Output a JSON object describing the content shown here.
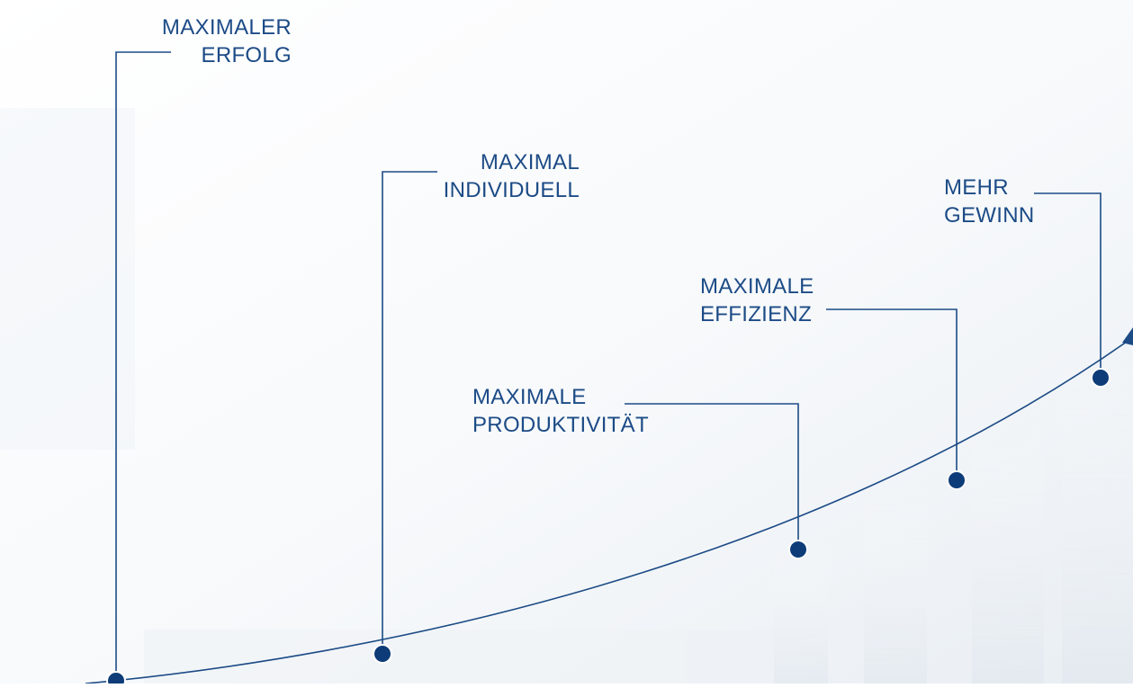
{
  "colors": {
    "accent": "#0d3c78",
    "line": "#1c4b86",
    "text": "#1c4b86",
    "background": "#ffffff"
  },
  "milestones": [
    {
      "id": "erfolg",
      "line1": "MAXIMALER",
      "line2": "ERFOLG"
    },
    {
      "id": "individuell",
      "line1": "MAXIMAL",
      "line2": "INDIVIDUELL"
    },
    {
      "id": "produktivitaet",
      "line1": "MAXIMALE",
      "line2": "PRODUKTIVITÄT"
    },
    {
      "id": "effizienz",
      "line1": "MAXIMALE",
      "line2": "EFFIZIENZ"
    },
    {
      "id": "gewinn",
      "line1": "MEHR",
      "line2": "GEWINN"
    }
  ]
}
